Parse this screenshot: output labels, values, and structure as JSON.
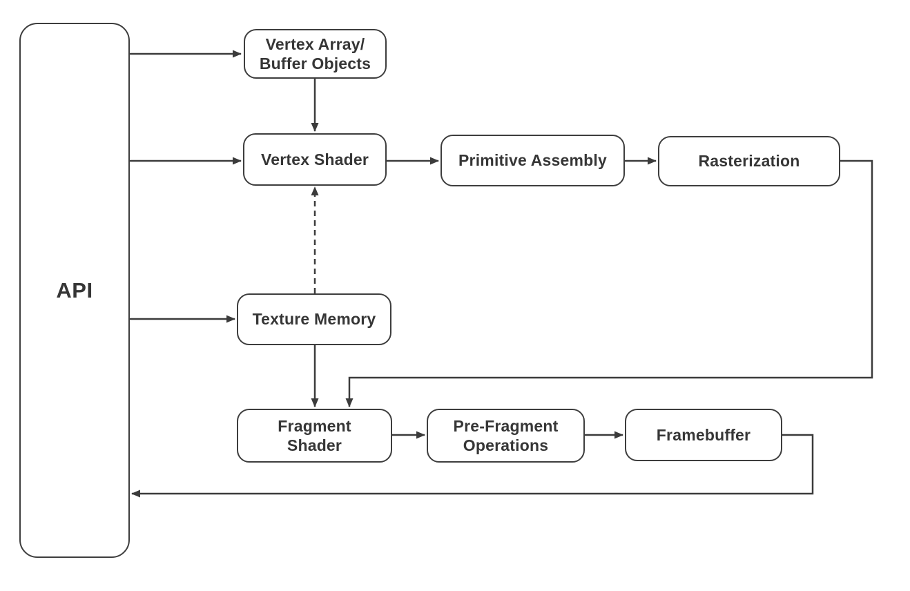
{
  "diagram": {
    "type": "flowchart",
    "colors": {
      "stroke": "#3b3b3b",
      "text": "#363636",
      "node_fill": "#ffffff",
      "background": "#ffffff"
    },
    "nodes": {
      "api": {
        "label": "API"
      },
      "vertex_array": {
        "label": "Vertex Array/\nBuffer Objects"
      },
      "vertex_shader": {
        "label": "Vertex Shader"
      },
      "primitive_assembly": {
        "label": "Primitive Assembly"
      },
      "rasterization": {
        "label": "Rasterization"
      },
      "texture_memory": {
        "label": "Texture Memory"
      },
      "fragment_shader": {
        "label": "Fragment\nShader"
      },
      "pre_fragment_operations": {
        "label": "Pre-Fragment\nOperations"
      },
      "framebuffer": {
        "label": "Framebuffer"
      }
    },
    "edges": [
      {
        "from": "api",
        "to": "vertex_array",
        "style": "solid"
      },
      {
        "from": "vertex_array",
        "to": "vertex_shader",
        "style": "solid"
      },
      {
        "from": "api",
        "to": "vertex_shader",
        "style": "solid"
      },
      {
        "from": "vertex_shader",
        "to": "primitive_assembly",
        "style": "solid"
      },
      {
        "from": "primitive_assembly",
        "to": "rasterization",
        "style": "solid"
      },
      {
        "from": "rasterization",
        "to": "fragment_shader",
        "style": "solid"
      },
      {
        "from": "api",
        "to": "texture_memory",
        "style": "solid"
      },
      {
        "from": "texture_memory",
        "to": "fragment_shader",
        "style": "solid"
      },
      {
        "from": "texture_memory",
        "to": "vertex_shader",
        "style": "dashed"
      },
      {
        "from": "fragment_shader",
        "to": "pre_fragment_operations",
        "style": "solid"
      },
      {
        "from": "pre_fragment_operations",
        "to": "framebuffer",
        "style": "solid"
      },
      {
        "from": "framebuffer",
        "to": "api",
        "style": "solid"
      }
    ]
  }
}
